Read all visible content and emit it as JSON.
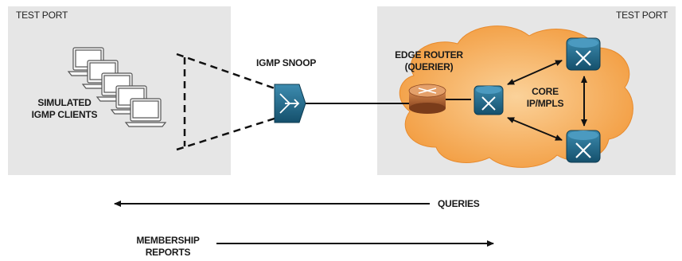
{
  "labels": {
    "test_port_left": "TEST PORT",
    "test_port_right": "TEST PORT",
    "simulated_clients": [
      "SIMULATED",
      "IGMP CLIENTS"
    ],
    "igmp_snoop": "IGMP SNOOP",
    "edge_router": [
      "EDGE ROUTER",
      "(QUERIER)"
    ],
    "core": [
      "CORE",
      "IP/MPLS"
    ],
    "queries": "QUERIES",
    "membership_reports": [
      "MEMBERSHIP",
      "REPORTS"
    ]
  },
  "colors": {
    "panel": "#e6e6e6",
    "cloud": "#f2a654",
    "router_blue": "#1f6f91",
    "edge_router": "#b86a35",
    "line": "#111111"
  },
  "icons": {
    "clients": "laptop-icon",
    "snoop": "igmp-snoop-switch-icon",
    "edge": "edge-router-icon",
    "core": "core-router-icon"
  }
}
